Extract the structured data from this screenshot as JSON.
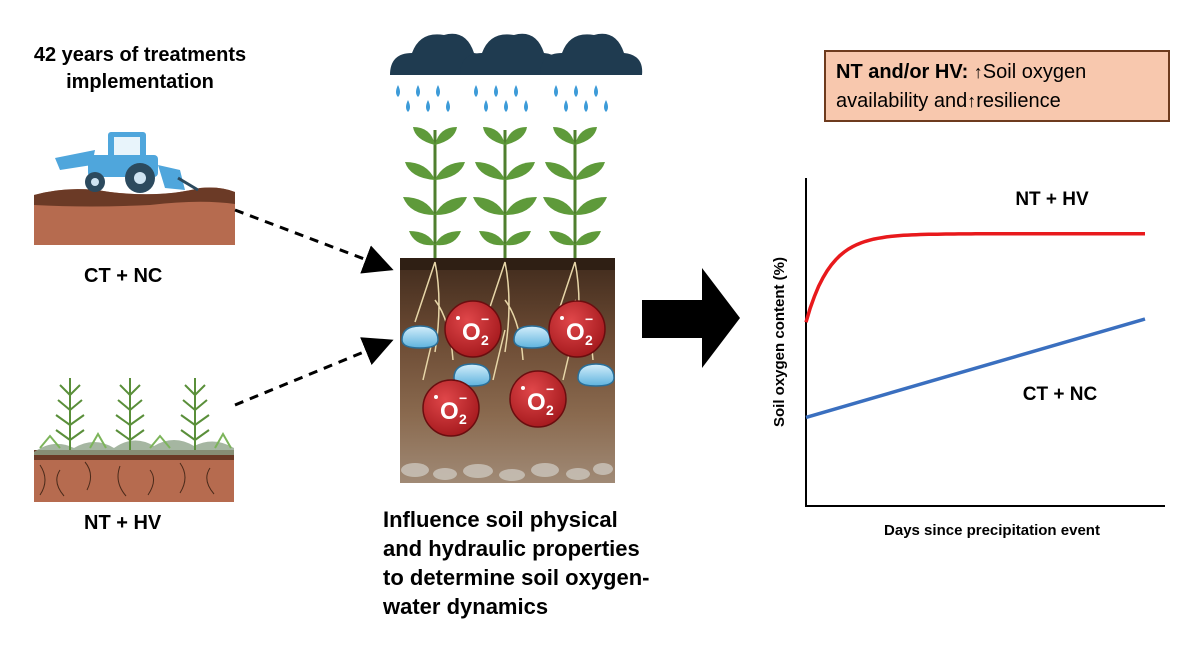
{
  "header": {
    "years_line1": "42 years of treatments",
    "years_line2": "implementation"
  },
  "treatments": {
    "ct_nc_label": "CT + NC",
    "nt_hv_label": "NT + HV"
  },
  "center": {
    "oxygen_symbol": "O",
    "oxygen_subscript": "2",
    "oxygen_superscript": "−",
    "caption_line1": "Influence soil physical",
    "caption_line2": "and hydraulic properties",
    "caption_line3": "to determine soil oxygen-",
    "caption_line4": "water dynamics"
  },
  "result_box": {
    "bold_part": "NT and/or HV:",
    "line1_rest": "Soil oxygen",
    "line2_a": "availability and",
    "line2_b": "resilience",
    "background": "#f8c8ae",
    "border": "#6e3b1e"
  },
  "chart_data": {
    "type": "line",
    "xlabel": "Days since precipitation event",
    "ylabel": "Soil oxygen content (%)",
    "series": [
      {
        "name": "NT + HV",
        "color": "#e8191c",
        "shape": "saturating-rise"
      },
      {
        "name": "CT + NC",
        "color": "#3a6fbf",
        "shape": "linear-rise"
      }
    ]
  }
}
